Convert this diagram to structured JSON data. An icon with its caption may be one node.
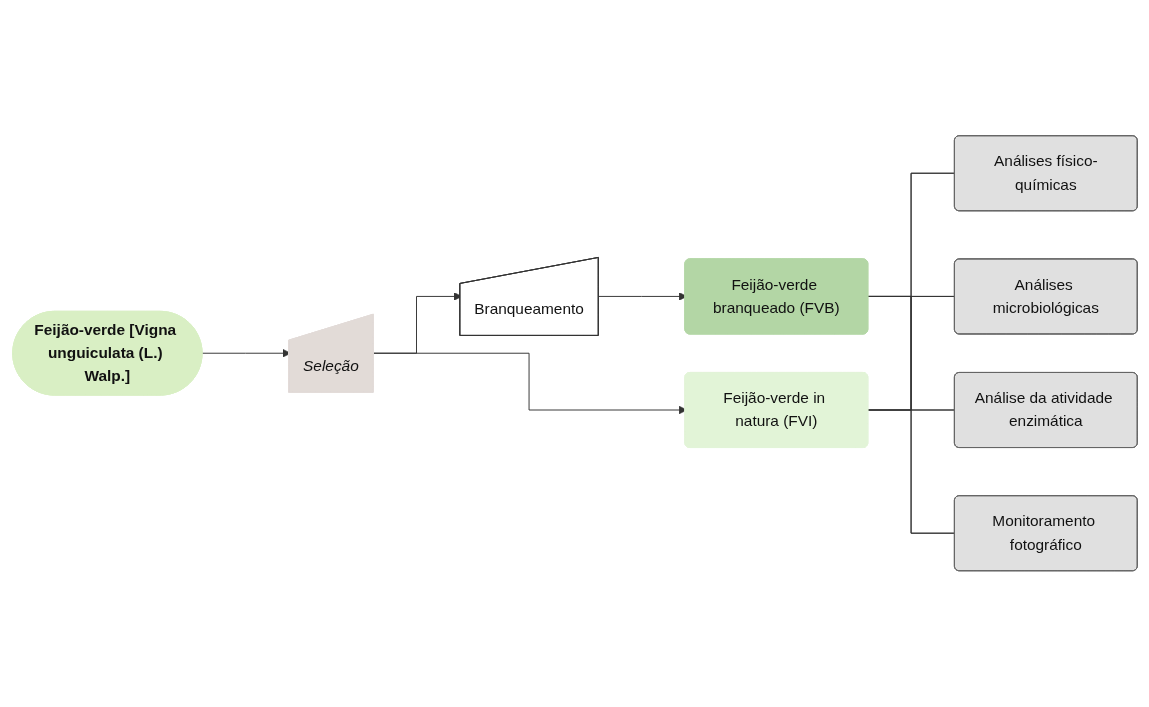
{
  "diagram": {
    "nodes": [
      {
        "text": [
          "Feijão-verde [Vigna unguiculata (L.) Walp.]"
        ]
      },
      {
        "text": [
          "Seleção"
        ]
      },
      {
        "text": [
          "Branqueamento"
        ]
      },
      {
        "text": [
          "Feijão-verde branqueado (FVB)"
        ]
      },
      {
        "text": [
          "Feijão-verde in natura (FVI)"
        ]
      },
      {
        "text": [
          "Análises físico-químicas"
        ]
      },
      {
        "text": [
          "Análises microbiológicas"
        ]
      },
      {
        "text": [
          "Análise da atividade enzimática"
        ]
      },
      {
        "text": [
          "Monitoramento fotográfico"
        ]
      }
    ],
    "edges": [
      {
        "from": 0,
        "to": 1,
        "arrow": "to"
      },
      {
        "from": 1,
        "to": 2,
        "arrow": "to"
      },
      {
        "from": 2,
        "to": 3,
        "arrow": "to"
      },
      {
        "from": 1,
        "to": 4,
        "arrow": "to"
      },
      {
        "from": 3,
        "to": 5,
        "arrow": "none"
      },
      {
        "from": 3,
        "to": 6,
        "arrow": "none"
      },
      {
        "from": 3,
        "to": 7,
        "arrow": "none"
      },
      {
        "from": 3,
        "to": 8,
        "arrow": "none"
      },
      {
        "from": 4,
        "to": 5,
        "arrow": "none"
      },
      {
        "from": 4,
        "to": 6,
        "arrow": "none"
      },
      {
        "from": 4,
        "to": 7,
        "arrow": "none"
      },
      {
        "from": 4,
        "to": 8,
        "arrow": "none"
      }
    ]
  }
}
